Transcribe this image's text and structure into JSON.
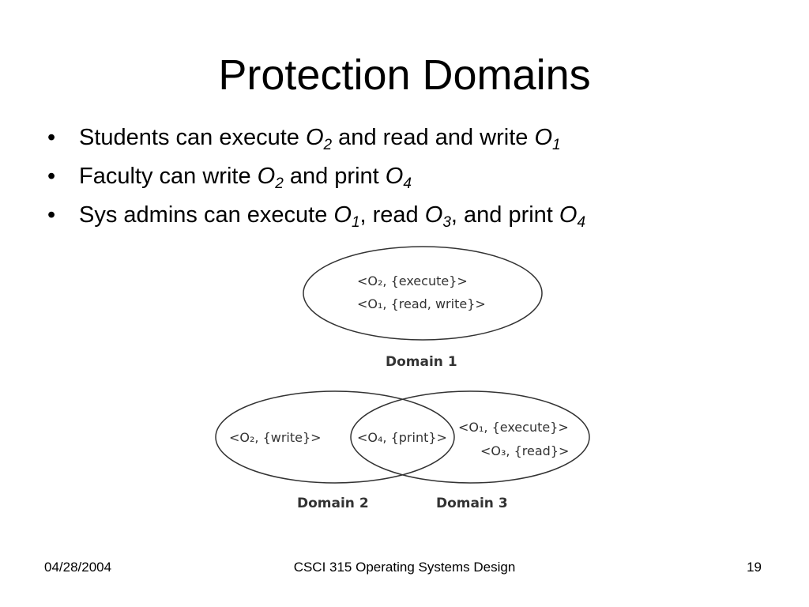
{
  "slide": {
    "title": "Protection Domains",
    "bullets": [
      {
        "parts": [
          "Students can execute ",
          "O",
          "2",
          " and read and write ",
          "O",
          "1"
        ]
      },
      {
        "parts": [
          "Faculty can write ",
          "O",
          "2",
          " and print ",
          "O",
          "4"
        ]
      },
      {
        "parts": [
          "Sys admins can execute ",
          "O",
          "1",
          ", read ",
          "O",
          "3",
          ", and print ",
          "O",
          "4"
        ]
      }
    ],
    "bullet_symbol": "•"
  },
  "diagram": {
    "domain1": {
      "label": "Domain 1",
      "entries": [
        "<O₂, {execute}>",
        "<O₁, {read, write}>"
      ]
    },
    "domain2": {
      "label": "Domain 2",
      "entries": [
        "<O₂, {write}>"
      ]
    },
    "shared": {
      "entries": [
        "<O₄, {print}>"
      ]
    },
    "domain3": {
      "label": "Domain 3",
      "entries": [
        "<O₁, {execute}>",
        "<O₃, {read}>"
      ]
    }
  },
  "footer": {
    "date": "04/28/2004",
    "course": "CSCI 315 Operating Systems Design",
    "page": "19"
  }
}
